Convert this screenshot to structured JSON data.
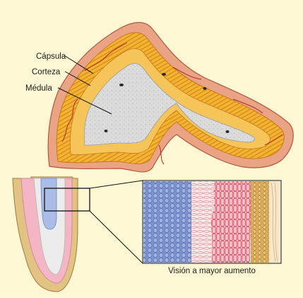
{
  "labels": {
    "capsula": "Cápsula",
    "corteza": "Corteza",
    "medula": "Médula"
  },
  "zoom_caption": "Visión a mayor aumento",
  "colors": {
    "background": "#fdf7d4",
    "capsule": "#e9a486",
    "cortex": "#f1b431",
    "cortex_dark": "#d98a1c",
    "medulla": "#d7d7d7",
    "vessel": "#b3241d",
    "zone_blue": "#6f86c6",
    "zone_pink": "#f4b6c5",
    "zone_red": "#e0606f",
    "zone_tan": "#d9ad59"
  }
}
